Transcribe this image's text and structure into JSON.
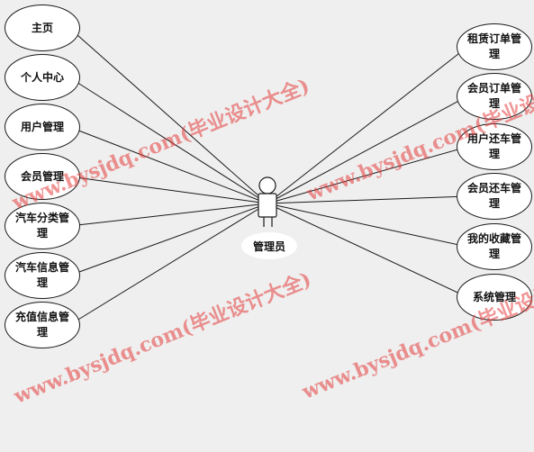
{
  "diagram": {
    "actor": {
      "label": "管理员"
    },
    "left_nodes": [
      {
        "label": "主页"
      },
      {
        "label": "个人中心"
      },
      {
        "label": "用户管理"
      },
      {
        "label": "会员管理"
      },
      {
        "label": "汽车分类管理"
      },
      {
        "label": "汽车信息管理"
      },
      {
        "label": "充值信息管理"
      }
    ],
    "right_nodes": [
      {
        "label": "租赁订单管理"
      },
      {
        "label": "会员订单管理"
      },
      {
        "label": "用户还车管理"
      },
      {
        "label": "会员还车管理"
      },
      {
        "label": "我的收藏管理"
      },
      {
        "label": "系统管理"
      }
    ]
  },
  "watermark": {
    "text": "www.bysjdq.com(毕业设计大全)"
  },
  "colors": {
    "line": "#1a1a1a",
    "node_fill": "#ffffff",
    "watermark": "#e43c3c",
    "background": "#efefef"
  }
}
